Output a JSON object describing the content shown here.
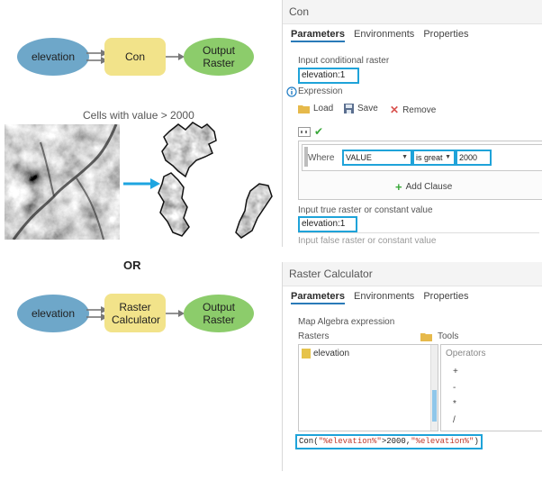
{
  "model_con": {
    "input": "elevation",
    "tool": "Con",
    "output": "Output Raster"
  },
  "figure": {
    "caption": "Cells with value > 2000",
    "or_label": "OR"
  },
  "model_rc": {
    "input": "elevation",
    "tool": "Raster Calculator",
    "output": "Output Raster"
  },
  "con_pane": {
    "title": "Con",
    "tabs": [
      "Parameters",
      "Environments",
      "Properties"
    ],
    "input_conditional_label": "Input conditional raster",
    "input_conditional_value": "elevation:1",
    "expression_label": "Expression",
    "load_label": "Load",
    "save_label": "Save",
    "remove_label": "Remove",
    "where_label": "Where",
    "field_value": "VALUE",
    "operator_value": "is great",
    "value": "2000",
    "add_clause_label": "Add Clause",
    "true_raster_label": "Input true raster or constant value",
    "true_raster_value": "elevation:1",
    "false_raster_label": "Input false raster or constant value"
  },
  "rc_pane": {
    "title": "Raster Calculator",
    "tabs": [
      "Parameters",
      "Environments",
      "Properties"
    ],
    "map_algebra_label": "Map Algebra expression",
    "rasters_label": "Rasters",
    "tools_label": "Tools",
    "raster_item": "elevation",
    "operators_label": "Operators",
    "operators": [
      "+",
      "-",
      "*",
      "/"
    ],
    "expression": {
      "p1": "Con(",
      "p2": "\"%elevation%\"",
      "p3": ">2000,",
      "p4": "\"%elevation%\"",
      "p5": ")"
    }
  },
  "colors": {
    "highlight": "#1fa3d9",
    "input_node": "#6ea7c9",
    "tool_node": "#f2e38a",
    "output_node": "#8ccc6b",
    "arrow_blue": "#1ea5e0",
    "expression_red": "#c0392b",
    "remove_red": "#d9534f"
  }
}
